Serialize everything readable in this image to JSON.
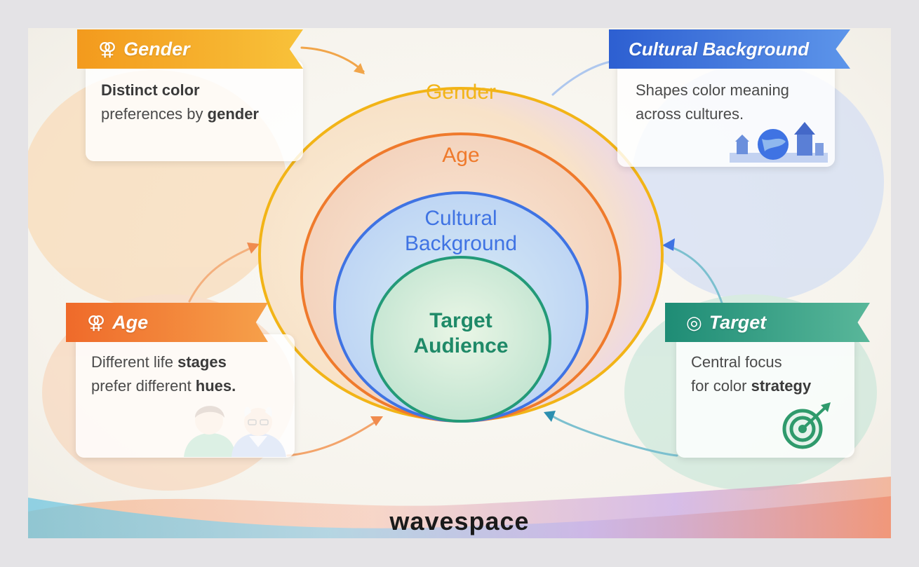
{
  "colors": {
    "gender": "#f2b417",
    "age": "#ef7a2c",
    "cultural": "#3f73e3",
    "target": "#239a78",
    "text": "#4a4a4a"
  },
  "diagram": {
    "rings": {
      "gender": "Gender",
      "age": "Age",
      "cultural_line1": "Cultural",
      "cultural_line2": "Background",
      "target_line1": "Target",
      "target_line2": "Audience"
    }
  },
  "cards": {
    "gender": {
      "title": "Gender",
      "icon": "gender-symbols-icon",
      "line1_a": "Distinct color",
      "line2_a": "preferences by ",
      "line2_b": "gender"
    },
    "cultural": {
      "title": "Cultural Background",
      "icon": "globe-landmarks-icon",
      "line1": "Shapes color meaning",
      "line2": "across cultures."
    },
    "age": {
      "title": "Age",
      "icon": "gender-symbols-icon",
      "line1_a": "Different life ",
      "line1_b": "stages",
      "line2_a": "prefer different ",
      "line2_b": "hues."
    },
    "target": {
      "title": "Target",
      "icon": "target-icon",
      "line1": "Central focus",
      "line2_a": "for color ",
      "line2_b": "strategy"
    }
  },
  "logo": "wavespace"
}
